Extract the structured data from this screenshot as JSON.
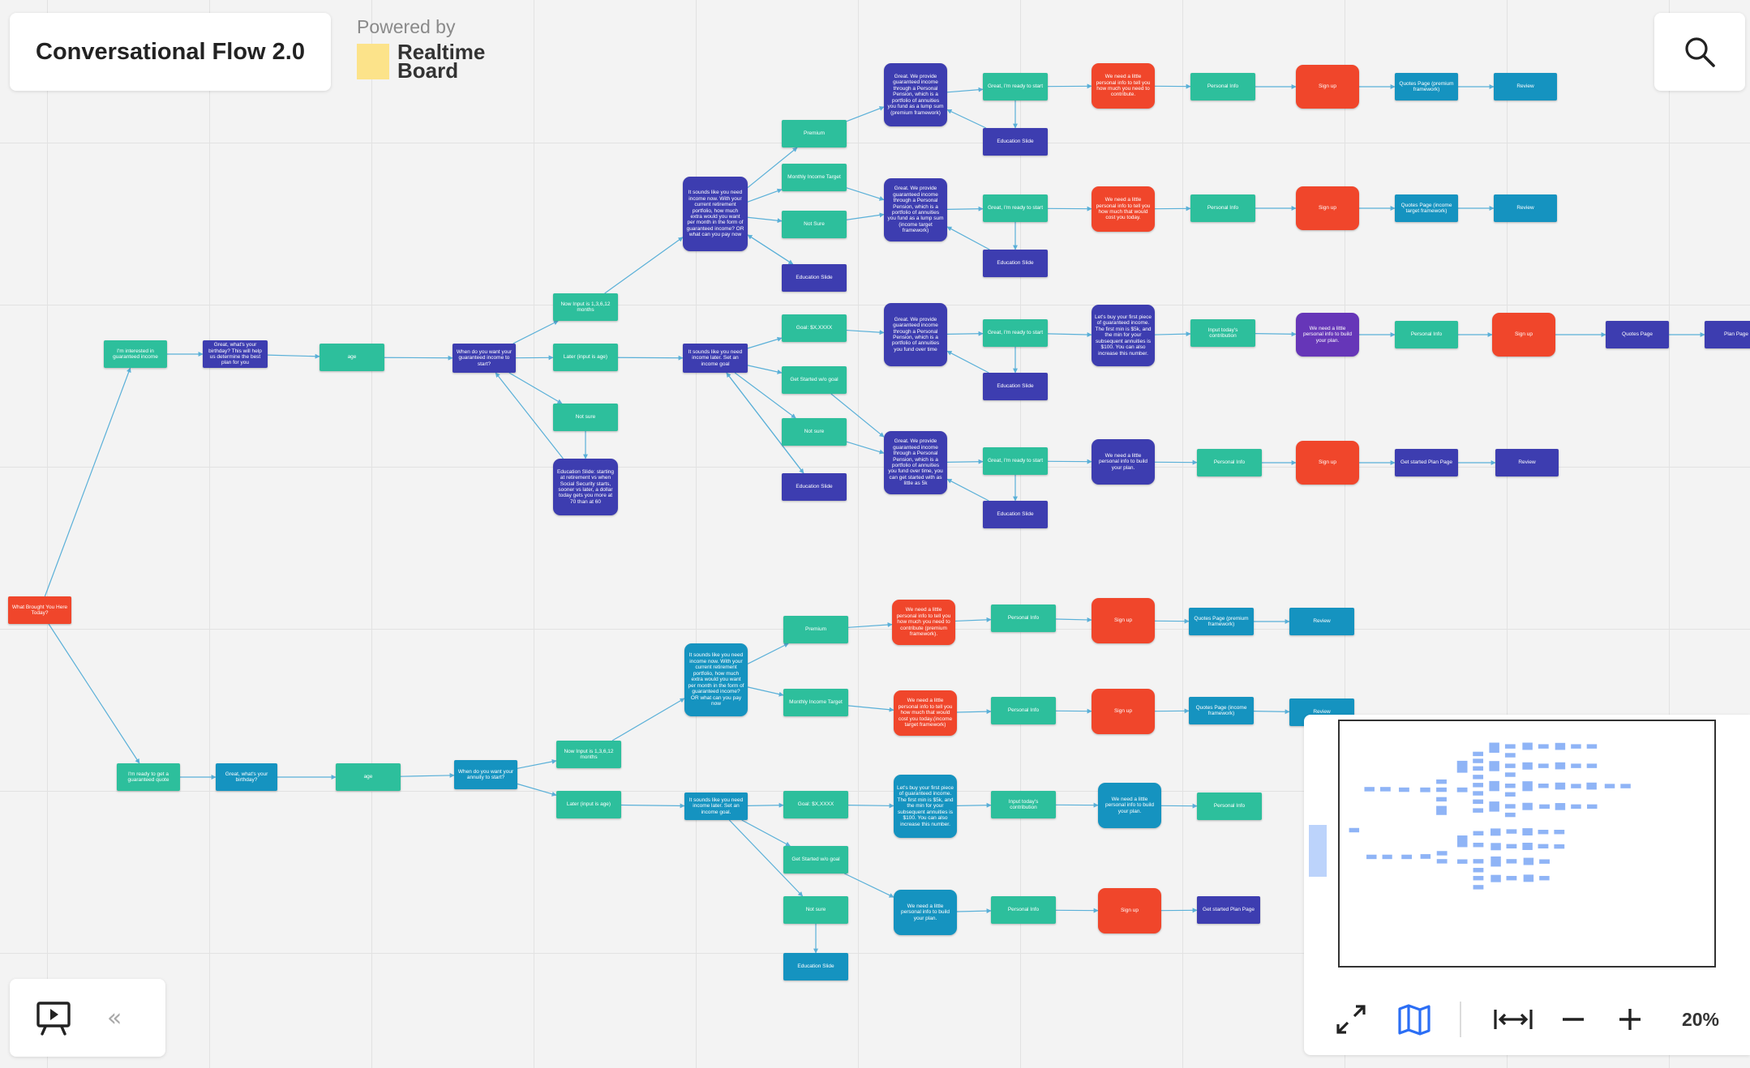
{
  "board": {
    "title": "Conversational Flow 2.0",
    "powered_by": "Powered by",
    "brand_line1": "Realtime",
    "brand_line2": "Board"
  },
  "colors": {
    "teal": "#2dbf9c",
    "indigo": "#3d3db0",
    "red": "#f0462b",
    "blue": "#1593c0",
    "purple": "#6636b8",
    "edge": "#5ab0d8",
    "minimap_node": "#8fb4f6"
  },
  "icons": {
    "search": "search-icon",
    "present": "presentation-icon",
    "collapse": "double-chevron-left-icon",
    "fit": "expand-arrows-icon",
    "map": "map-icon",
    "fit_width": "fit-width-icon",
    "zoom_out": "minus-icon",
    "zoom_in": "plus-icon"
  },
  "controls": {
    "collapse_label": "«",
    "zoom_level": "20%"
  },
  "flow": {
    "nodes": [
      {
        "id": "root",
        "text": "What Brought You Here Today?",
        "color": "red",
        "shape": "rect"
      },
      {
        "id": "a1",
        "text": "I'm interested in guaranteed income",
        "color": "teal",
        "shape": "rect"
      },
      {
        "id": "a2",
        "text": "Great, what's your birthday? This will help us determine the best plan for you",
        "color": "indigo",
        "shape": "rect"
      },
      {
        "id": "a3",
        "text": "age",
        "color": "teal",
        "shape": "rect"
      },
      {
        "id": "a4",
        "text": "When do you want your guaranteed income to start?",
        "color": "indigo",
        "shape": "rect"
      },
      {
        "id": "a5",
        "text": "Now Input is 1,3,6,12 months",
        "color": "teal",
        "shape": "rect"
      },
      {
        "id": "a6",
        "text": "Later (input is age)",
        "color": "teal",
        "shape": "rect"
      },
      {
        "id": "a7",
        "text": "Not sure",
        "color": "teal",
        "shape": "rect"
      },
      {
        "id": "a8",
        "text": "Education Slide: starting at retirement vs when Social Security starts, sooner vs later, a dollar today gets you more at 70 than at 60",
        "color": "indigo",
        "shape": "round"
      },
      {
        "id": "b1",
        "text": "It sounds like you need income now. With your current retirement portfolio, how much extra would you want per month in the form of guaranteed income? OR what can you pay now",
        "color": "indigo",
        "shape": "round"
      },
      {
        "id": "b2",
        "text": "It sounds like you need income later. Set an income goal",
        "color": "indigo",
        "shape": "rect"
      },
      {
        "id": "c1",
        "text": "Premium",
        "color": "teal",
        "shape": "rect"
      },
      {
        "id": "c2",
        "text": "Monthly Income Target",
        "color": "teal",
        "shape": "rect"
      },
      {
        "id": "c3",
        "text": "Not Sure",
        "color": "teal",
        "shape": "rect"
      },
      {
        "id": "c4",
        "text": "Education Slide",
        "color": "indigo",
        "shape": "rect"
      },
      {
        "id": "c5",
        "text": "Goal: $X,XXXX",
        "color": "teal",
        "shape": "rect"
      },
      {
        "id": "c6",
        "text": "Get Started w/o goal",
        "color": "teal",
        "shape": "rect"
      },
      {
        "id": "c7",
        "text": "Not sure",
        "color": "teal",
        "shape": "rect"
      },
      {
        "id": "c8",
        "text": "Education Slide",
        "color": "indigo",
        "shape": "rect"
      },
      {
        "id": "d1",
        "text": "Great. We provide guaranteed income through a Personal Pension, which is a portfolio of annuities you fund as a lump sum (premium framework)",
        "color": "indigo",
        "shape": "round"
      },
      {
        "id": "d2",
        "text": "Great. We provide guaranteed income through a Personal Pension, which is a portfolio of annuities you fund as a lump sum (income target framework)",
        "color": "indigo",
        "shape": "round"
      },
      {
        "id": "d3",
        "text": "Great. We provide guaranteed income through a Personal Pension, which is a portfolio of annuities you fund over time",
        "color": "indigo",
        "shape": "round"
      },
      {
        "id": "d4",
        "text": "Great. We provide guaranteed income through a Personal Pension, which is a portfolio of annuities you fund over time, you can get started with as little as 5k",
        "color": "indigo",
        "shape": "round"
      },
      {
        "id": "e1",
        "text": "Great, I'm ready to start",
        "color": "teal",
        "shape": "rect"
      },
      {
        "id": "e2",
        "text": "Great, I'm ready to start",
        "color": "teal",
        "shape": "rect"
      },
      {
        "id": "e3",
        "text": "Great, I'm ready to start",
        "color": "teal",
        "shape": "rect"
      },
      {
        "id": "e4",
        "text": "Great, I'm ready to start",
        "color": "teal",
        "shape": "rect"
      },
      {
        "id": "f1",
        "text": "Education Slide",
        "color": "indigo",
        "shape": "rect"
      },
      {
        "id": "f2",
        "text": "Education Slide",
        "color": "indigo",
        "shape": "rect"
      },
      {
        "id": "f3",
        "text": "Education Slide",
        "color": "indigo",
        "shape": "rect"
      },
      {
        "id": "f4",
        "text": "Education Slide",
        "color": "indigo",
        "shape": "rect"
      },
      {
        "id": "g1",
        "text": "We need a little personal info to tell you how much you need to contribute.",
        "color": "red",
        "shape": "round"
      },
      {
        "id": "g2",
        "text": "We need a little personal info to tell you how much that would cost you today.",
        "color": "red",
        "shape": "round"
      },
      {
        "id": "g3",
        "text": "Let's buy your first piece of guaranteed income. The first min is $5k, and the min for your subsequent annuities is $100. You can also increase this number.",
        "color": "indigo",
        "shape": "round"
      },
      {
        "id": "g4",
        "text": "We need a little personal info to build your plan.",
        "color": "indigo",
        "shape": "round"
      },
      {
        "id": "h1",
        "text": "Personal Info",
        "color": "teal",
        "shape": "rect"
      },
      {
        "id": "h2",
        "text": "Personal Info",
        "color": "teal",
        "shape": "rect"
      },
      {
        "id": "h3",
        "text": "Input today's contribution",
        "color": "teal",
        "shape": "rect"
      },
      {
        "id": "h4",
        "text": "Personal Info",
        "color": "teal",
        "shape": "rect"
      },
      {
        "id": "i1",
        "text": "Sign up",
        "color": "red",
        "shape": "round"
      },
      {
        "id": "i2",
        "text": "Sign up",
        "color": "red",
        "shape": "round"
      },
      {
        "id": "i3",
        "text": "We need a little personal info to build your plan.",
        "color": "purple",
        "shape": "round"
      },
      {
        "id": "i4",
        "text": "Sign up",
        "color": "red",
        "shape": "round"
      },
      {
        "id": "j1",
        "text": "Quotes Page (premium framework)",
        "color": "blue",
        "shape": "rect"
      },
      {
        "id": "j2",
        "text": "Quotes Page (income target framework)",
        "color": "blue",
        "shape": "rect"
      },
      {
        "id": "j3",
        "text": "Personal Info",
        "color": "teal",
        "shape": "rect"
      },
      {
        "id": "j4",
        "text": "Get started Plan Page",
        "color": "indigo",
        "shape": "rect"
      },
      {
        "id": "k1",
        "text": "Review",
        "color": "blue",
        "shape": "rect"
      },
      {
        "id": "k2",
        "text": "Review",
        "color": "blue",
        "shape": "rect"
      },
      {
        "id": "k3",
        "text": "Sign up",
        "color": "red",
        "shape": "round"
      },
      {
        "id": "k4",
        "text": "Review",
        "color": "indigo",
        "shape": "rect"
      },
      {
        "id": "l3",
        "text": "Quotes Page",
        "color": "indigo",
        "shape": "rect"
      },
      {
        "id": "m3",
        "text": "Plan Page",
        "color": "indigo",
        "shape": "rect"
      },
      {
        "id": "p1",
        "text": "I'm ready to get a guaranteed quote",
        "color": "teal",
        "shape": "rect"
      },
      {
        "id": "p2",
        "text": "Great, what's your birthday?",
        "color": "blue",
        "shape": "rect"
      },
      {
        "id": "p3",
        "text": "age",
        "color": "teal",
        "shape": "rect"
      },
      {
        "id": "p4",
        "text": "When do you want your annuity to start?",
        "color": "blue",
        "shape": "rect"
      },
      {
        "id": "p5",
        "text": "Now Input is 1,3,6,12 months",
        "color": "teal",
        "shape": "rect"
      },
      {
        "id": "p6",
        "text": "Later (input is age)",
        "color": "teal",
        "shape": "rect"
      },
      {
        "id": "q1",
        "text": "It sounds like you need income now. With your current retirement portfolio, how much extra would you want per month in the form of guaranteed income? OR what can you pay now",
        "color": "blue",
        "shape": "round"
      },
      {
        "id": "q2",
        "text": "It sounds like you need income later. Set an income goal.",
        "color": "blue",
        "shape": "rect"
      },
      {
        "id": "r1",
        "text": "Premium",
        "color": "teal",
        "shape": "rect"
      },
      {
        "id": "r2",
        "text": "Monthly Income Target",
        "color": "teal",
        "shape": "rect"
      },
      {
        "id": "r3",
        "text": "Goal: $X,XXXX",
        "color": "teal",
        "shape": "rect"
      },
      {
        "id": "r4",
        "text": "Get Started w/o goal",
        "color": "teal",
        "shape": "rect"
      },
      {
        "id": "r5",
        "text": "Not sure",
        "color": "teal",
        "shape": "rect"
      },
      {
        "id": "r6",
        "text": "Education Slide",
        "color": "blue",
        "shape": "rect"
      },
      {
        "id": "s1",
        "text": "We need a little personal info to tell you how much you need to contribute (premium framework).",
        "color": "red",
        "shape": "round"
      },
      {
        "id": "s2",
        "text": "We need a little personal info to tell you how much that would cost you today.(income target framework)",
        "color": "red",
        "shape": "round"
      },
      {
        "id": "s3",
        "text": "Let's buy your first piece of guaranteed income. The first min is $5k, and the min for your subsequent annuities is $100. You can also increase this number.",
        "color": "blue",
        "shape": "round"
      },
      {
        "id": "s4",
        "text": "We need a little personal info to build your plan.",
        "color": "blue",
        "shape": "round"
      },
      {
        "id": "t1",
        "text": "Personal Info",
        "color": "teal",
        "shape": "rect"
      },
      {
        "id": "t2",
        "text": "Personal Info",
        "color": "teal",
        "shape": "rect"
      },
      {
        "id": "t3",
        "text": "Input today's contribution",
        "color": "teal",
        "shape": "rect"
      },
      {
        "id": "t4",
        "text": "Personal Info",
        "color": "teal",
        "shape": "rect"
      },
      {
        "id": "u1",
        "text": "Sign up",
        "color": "red",
        "shape": "round"
      },
      {
        "id": "u2",
        "text": "Sign up",
        "color": "red",
        "shape": "round"
      },
      {
        "id": "u3",
        "text": "We need a little personal info to build your plan.",
        "color": "blue",
        "shape": "round"
      },
      {
        "id": "u4",
        "text": "Sign up",
        "color": "red",
        "shape": "round"
      },
      {
        "id": "v1",
        "text": "Quotes Page (premium framework)",
        "color": "blue",
        "shape": "rect"
      },
      {
        "id": "v2",
        "text": "Quotes Page (income framework)",
        "color": "blue",
        "shape": "rect"
      },
      {
        "id": "v3",
        "text": "Personal Info",
        "color": "teal",
        "shape": "rect"
      },
      {
        "id": "v4",
        "text": "Get started Plan Page",
        "color": "indigo",
        "shape": "rect"
      },
      {
        "id": "w1",
        "text": "Review",
        "color": "blue",
        "shape": "rect"
      },
      {
        "id": "w2",
        "text": "Review",
        "color": "blue",
        "shape": "rect"
      }
    ],
    "edges": [
      [
        "root",
        "a1"
      ],
      [
        "a1",
        "a2"
      ],
      [
        "a2",
        "a3"
      ],
      [
        "a3",
        "a4"
      ],
      [
        "a4",
        "a5"
      ],
      [
        "a4",
        "a6"
      ],
      [
        "a4",
        "a7"
      ],
      [
        "a7",
        "a8"
      ],
      [
        "a8",
        "a4"
      ],
      [
        "a5",
        "b1"
      ],
      [
        "a6",
        "b2"
      ],
      [
        "b1",
        "c1"
      ],
      [
        "b1",
        "c2"
      ],
      [
        "b1",
        "c3"
      ],
      [
        "b1",
        "c4"
      ],
      [
        "c4",
        "b1"
      ],
      [
        "b2",
        "c5"
      ],
      [
        "b2",
        "c6"
      ],
      [
        "b2",
        "c7"
      ],
      [
        "b2",
        "c8"
      ],
      [
        "c8",
        "b2"
      ],
      [
        "c1",
        "d1"
      ],
      [
        "c2",
        "d2"
      ],
      [
        "c3",
        "d2"
      ],
      [
        "c5",
        "d3"
      ],
      [
        "c6",
        "d4"
      ],
      [
        "c7",
        "d4"
      ],
      [
        "d1",
        "e1"
      ],
      [
        "d2",
        "e2"
      ],
      [
        "d3",
        "e3"
      ],
      [
        "d4",
        "e4"
      ],
      [
        "e1",
        "f1"
      ],
      [
        "f1",
        "d1"
      ],
      [
        "e2",
        "f2"
      ],
      [
        "f2",
        "d2"
      ],
      [
        "e3",
        "f3"
      ],
      [
        "f3",
        "d3"
      ],
      [
        "e4",
        "f4"
      ],
      [
        "f4",
        "d4"
      ],
      [
        "e1",
        "g1"
      ],
      [
        "g1",
        "h1"
      ],
      [
        "h1",
        "i1"
      ],
      [
        "i1",
        "j1"
      ],
      [
        "j1",
        "k1"
      ],
      [
        "e2",
        "g2"
      ],
      [
        "g2",
        "h2"
      ],
      [
        "h2",
        "i2"
      ],
      [
        "i2",
        "j2"
      ],
      [
        "j2",
        "k2"
      ],
      [
        "e3",
        "g3"
      ],
      [
        "g3",
        "h3"
      ],
      [
        "h3",
        "i3"
      ],
      [
        "i3",
        "j3"
      ],
      [
        "j3",
        "k3"
      ],
      [
        "k3",
        "l3"
      ],
      [
        "l3",
        "m3"
      ],
      [
        "e4",
        "g4"
      ],
      [
        "g4",
        "h4"
      ],
      [
        "h4",
        "i4"
      ],
      [
        "i4",
        "j4"
      ],
      [
        "j4",
        "k4"
      ],
      [
        "root",
        "p1"
      ],
      [
        "p1",
        "p2"
      ],
      [
        "p2",
        "p3"
      ],
      [
        "p3",
        "p4"
      ],
      [
        "p4",
        "p5"
      ],
      [
        "p4",
        "p6"
      ],
      [
        "p5",
        "q1"
      ],
      [
        "p6",
        "q2"
      ],
      [
        "q1",
        "r1"
      ],
      [
        "q1",
        "r2"
      ],
      [
        "q2",
        "r3"
      ],
      [
        "q2",
        "r4"
      ],
      [
        "q2",
        "r5"
      ],
      [
        "r5",
        "r6"
      ],
      [
        "r1",
        "s1"
      ],
      [
        "r2",
        "s2"
      ],
      [
        "r3",
        "s3"
      ],
      [
        "r4",
        "s4"
      ],
      [
        "s1",
        "t1"
      ],
      [
        "s2",
        "t2"
      ],
      [
        "s3",
        "t3"
      ],
      [
        "s4",
        "t4"
      ],
      [
        "t1",
        "u1"
      ],
      [
        "t2",
        "u2"
      ],
      [
        "t3",
        "u3"
      ],
      [
        "t4",
        "u4"
      ],
      [
        "u1",
        "v1"
      ],
      [
        "u2",
        "v2"
      ],
      [
        "u3",
        "v3"
      ],
      [
        "u4",
        "v4"
      ],
      [
        "v1",
        "w1"
      ],
      [
        "v2",
        "w2"
      ]
    ]
  }
}
